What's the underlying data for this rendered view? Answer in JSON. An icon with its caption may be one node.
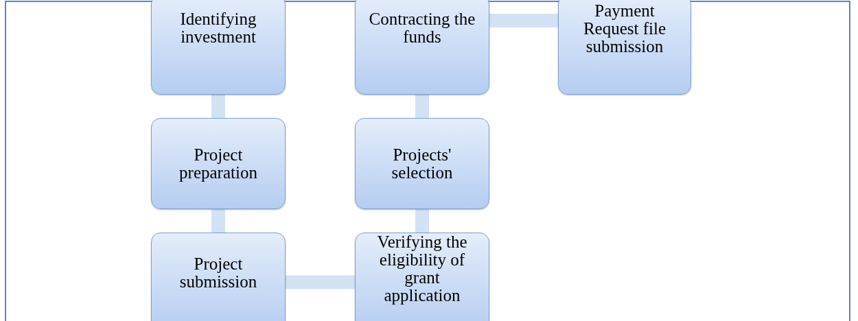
{
  "diagram": {
    "nodes": [
      {
        "text": [
          "Identifying investment"
        ]
      },
      {
        "text": [
          "Project preparation"
        ]
      },
      {
        "text": [
          "Project submission"
        ]
      },
      {
        "text": [
          "Verifying the eligibility of grant application"
        ]
      },
      {
        "text": [
          "Projects' selection"
        ]
      },
      {
        "text": [
          "Contracting the funds"
        ]
      },
      {
        "text": [
          "Payment Request file submission"
        ]
      }
    ],
    "edges": [
      {
        "from": 0,
        "to": 1,
        "arrow": "none"
      },
      {
        "from": 1,
        "to": 2,
        "arrow": "none"
      },
      {
        "from": 2,
        "to": 3,
        "arrow": "none"
      },
      {
        "from": 3,
        "to": 4,
        "arrow": "none"
      },
      {
        "from": 4,
        "to": 5,
        "arrow": "none"
      },
      {
        "from": 5,
        "to": 6,
        "arrow": "none"
      }
    ]
  }
}
